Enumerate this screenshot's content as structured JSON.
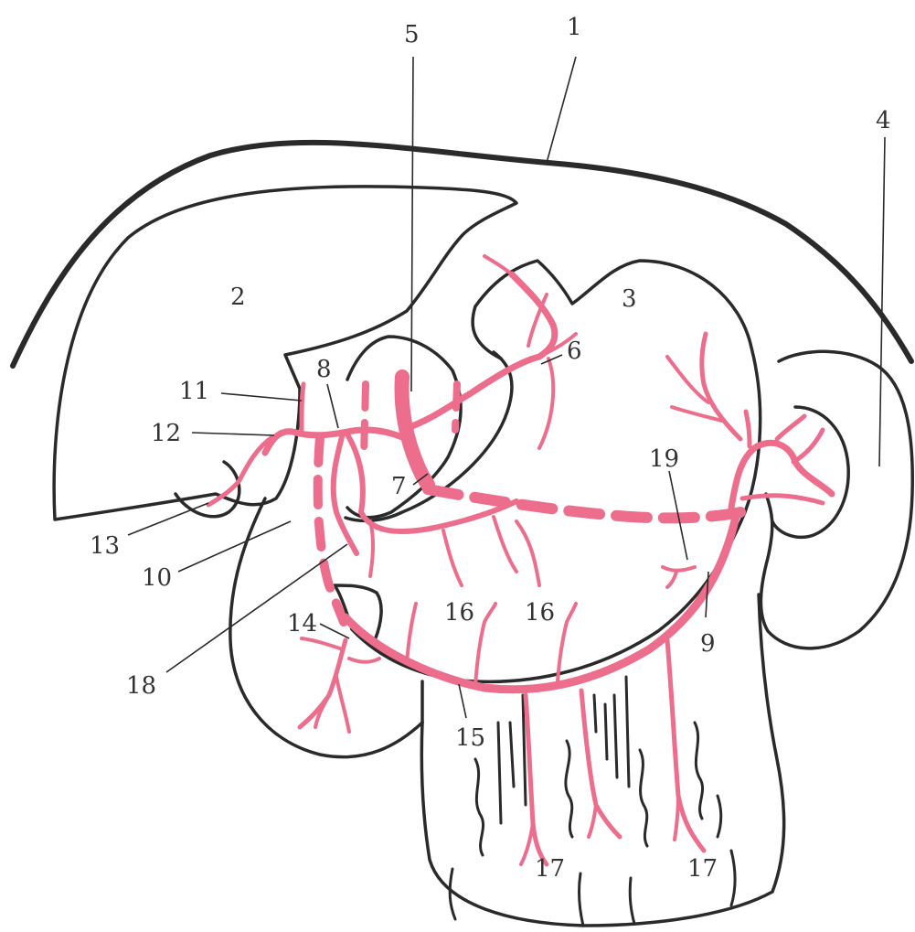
{
  "colors": {
    "outline": "#2a2a2a",
    "artery": "#ec6e8c",
    "artery_light": "#f4a1b6",
    "background": "#ffffff"
  },
  "labels": {
    "l1": "1",
    "l2": "2",
    "l3": "3",
    "l4": "4",
    "l5": "5",
    "l6": "6",
    "l7": "7",
    "l8": "8",
    "l9": "9",
    "l10": "10",
    "l11": "11",
    "l12": "12",
    "l13": "13",
    "l14": "14",
    "l15": "15",
    "l16a": "16",
    "l16b": "16",
    "l17a": "17",
    "l17b": "17",
    "l18": "18",
    "l19": "19"
  }
}
